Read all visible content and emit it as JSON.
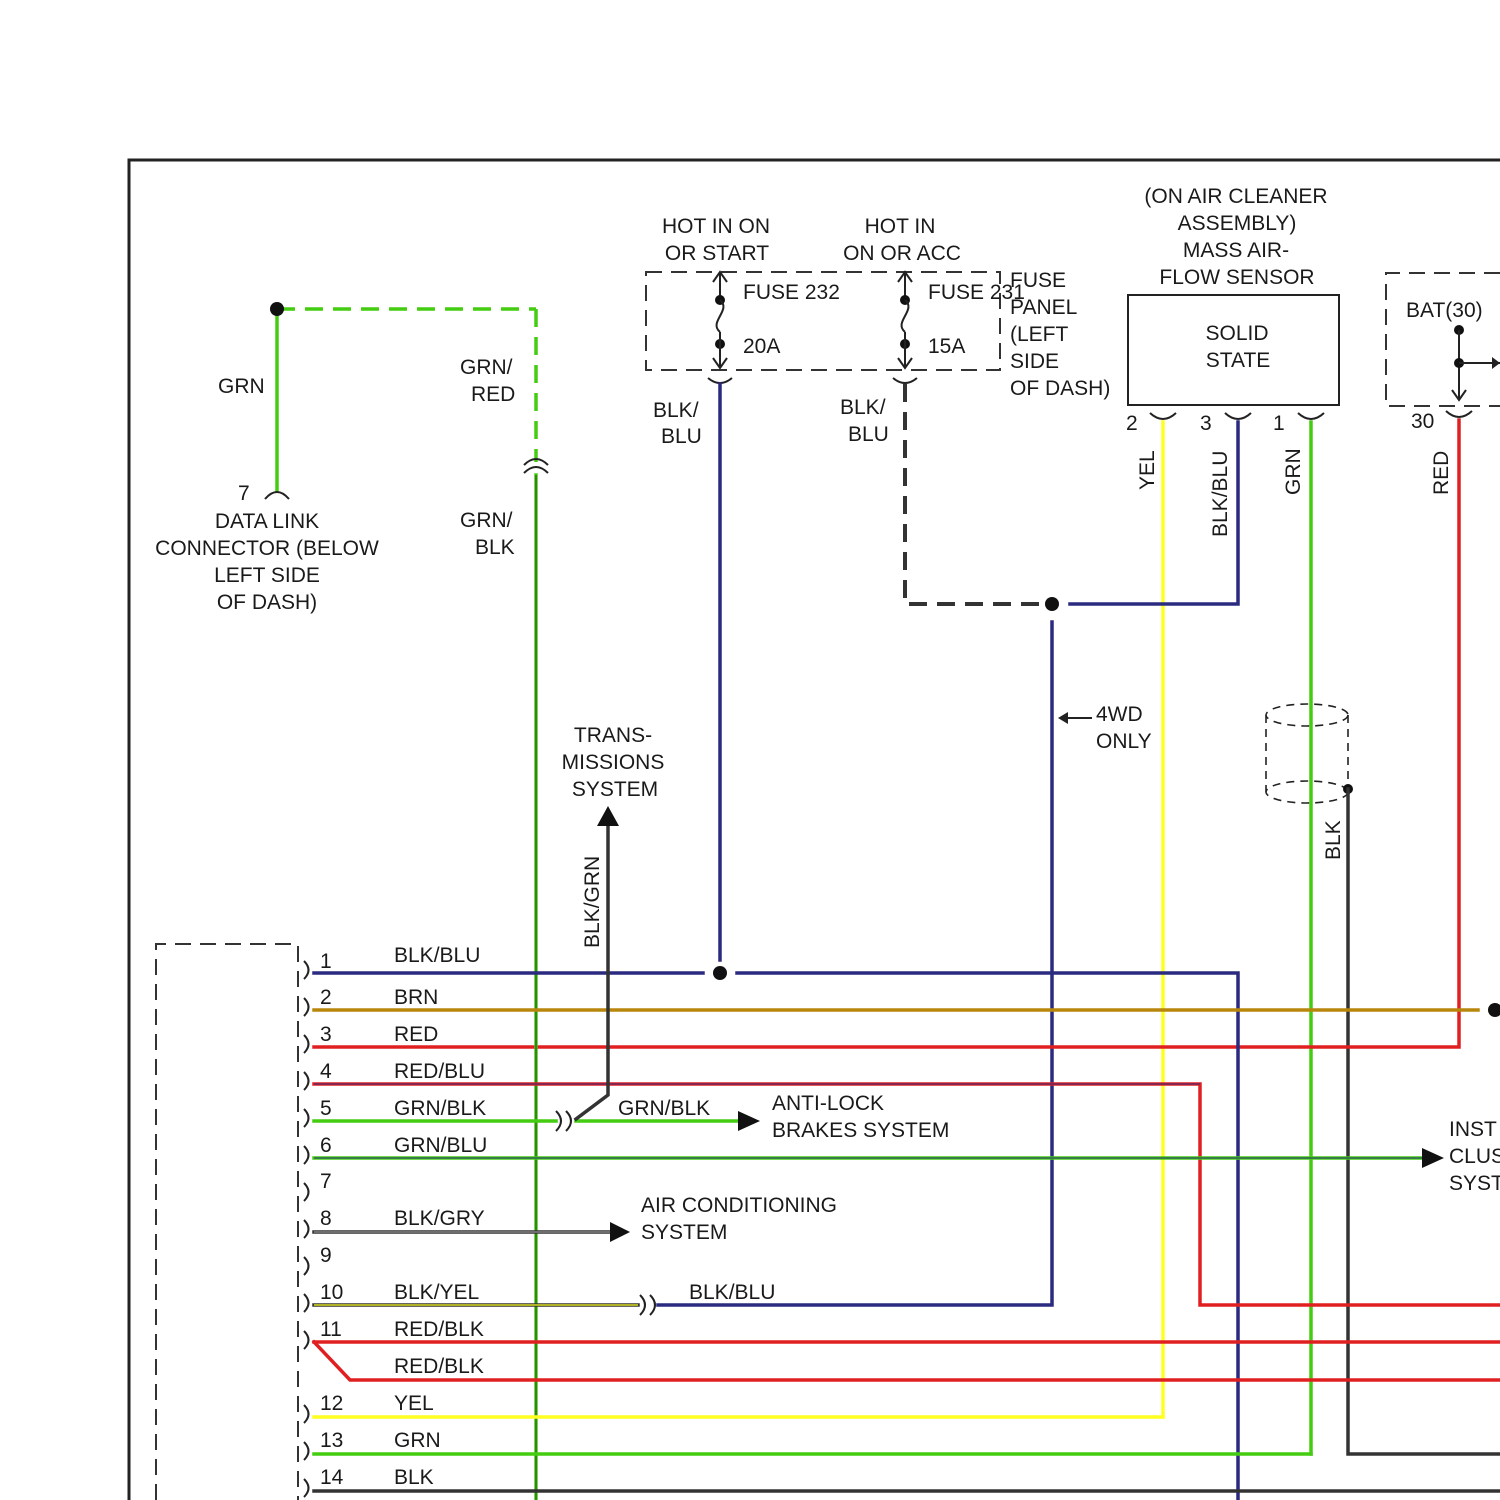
{
  "colors": {
    "grn": "#44cc11",
    "grnblk": "#44cc11",
    "blu": "#2a2a80",
    "brn": "#b8860b",
    "red": "#e02020",
    "yel": "#ffff20",
    "blk": "#333333",
    "gry": "#777777"
  },
  "dlc": {
    "wire_grn": "GRN",
    "wire_grnred_a": "GRN/",
    "wire_grnred_b": "RED",
    "wire_grnblk_a": "GRN/",
    "wire_grnblk_b": "BLK",
    "pin": "7",
    "label": [
      "DATA LINK",
      "CONNECTOR (BELOW",
      "LEFT SIDE",
      "OF DASH)"
    ]
  },
  "fuse_panel": {
    "hot1": [
      "HOT IN ON",
      "OR START"
    ],
    "hot2": [
      "HOT IN",
      "ON OR ACC"
    ],
    "fuse1_name": "FUSE 232",
    "fuse1_amp": "20A",
    "fuse2_name": "FUSE 231",
    "fuse2_amp": "15A",
    "label": [
      "FUSE",
      "PANEL",
      "(LEFT",
      "SIDE",
      "OF DASH)"
    ],
    "wire1": [
      "BLK/",
      "BLU"
    ],
    "wire2": [
      "BLK/",
      "BLU"
    ]
  },
  "maf": {
    "location": [
      "(ON AIR CLEANER",
      "ASSEMBLY)",
      "MASS AIR-",
      "FLOW SENSOR"
    ],
    "box": [
      "SOLID",
      "STATE"
    ],
    "pins": [
      "2",
      "3",
      "1"
    ],
    "wires": [
      "YEL",
      "BLK/BLU",
      "GRN"
    ]
  },
  "bat": {
    "label": "BAT(30)",
    "pin": "30",
    "wire": "RED"
  },
  "fwd_only": [
    "4WD",
    "ONLY"
  ],
  "shield_wire": "BLK",
  "trans": {
    "label": [
      "TRANS-",
      "MISSIONS",
      "SYSTEM"
    ],
    "wire": "BLK/GRN"
  },
  "abs": {
    "wire": "GRN/BLK",
    "label": [
      "ANTI-LOCK",
      "BRAKES SYSTEM"
    ]
  },
  "ac": {
    "label": [
      "AIR CONDITIONING",
      "SYSTEM"
    ]
  },
  "pin10_splice_wire": "BLK/BLU",
  "inst": {
    "label": [
      "INST",
      "CLUS",
      "SYST"
    ]
  },
  "pins": [
    {
      "num": "1",
      "wire": "BLK/BLU"
    },
    {
      "num": "2",
      "wire": "BRN"
    },
    {
      "num": "3",
      "wire": "RED"
    },
    {
      "num": "4",
      "wire": "RED/BLU"
    },
    {
      "num": "5",
      "wire": "GRN/BLK"
    },
    {
      "num": "6",
      "wire": "GRN/BLU"
    },
    {
      "num": "7",
      "wire": ""
    },
    {
      "num": "8",
      "wire": "BLK/GRY"
    },
    {
      "num": "9",
      "wire": ""
    },
    {
      "num": "10",
      "wire": "BLK/YEL"
    },
    {
      "num": "11",
      "wire": "RED/BLK"
    },
    {
      "num": "",
      "wire": "RED/BLK"
    },
    {
      "num": "12",
      "wire": "YEL"
    },
    {
      "num": "13",
      "wire": "GRN"
    },
    {
      "num": "14",
      "wire": "BLK"
    }
  ]
}
